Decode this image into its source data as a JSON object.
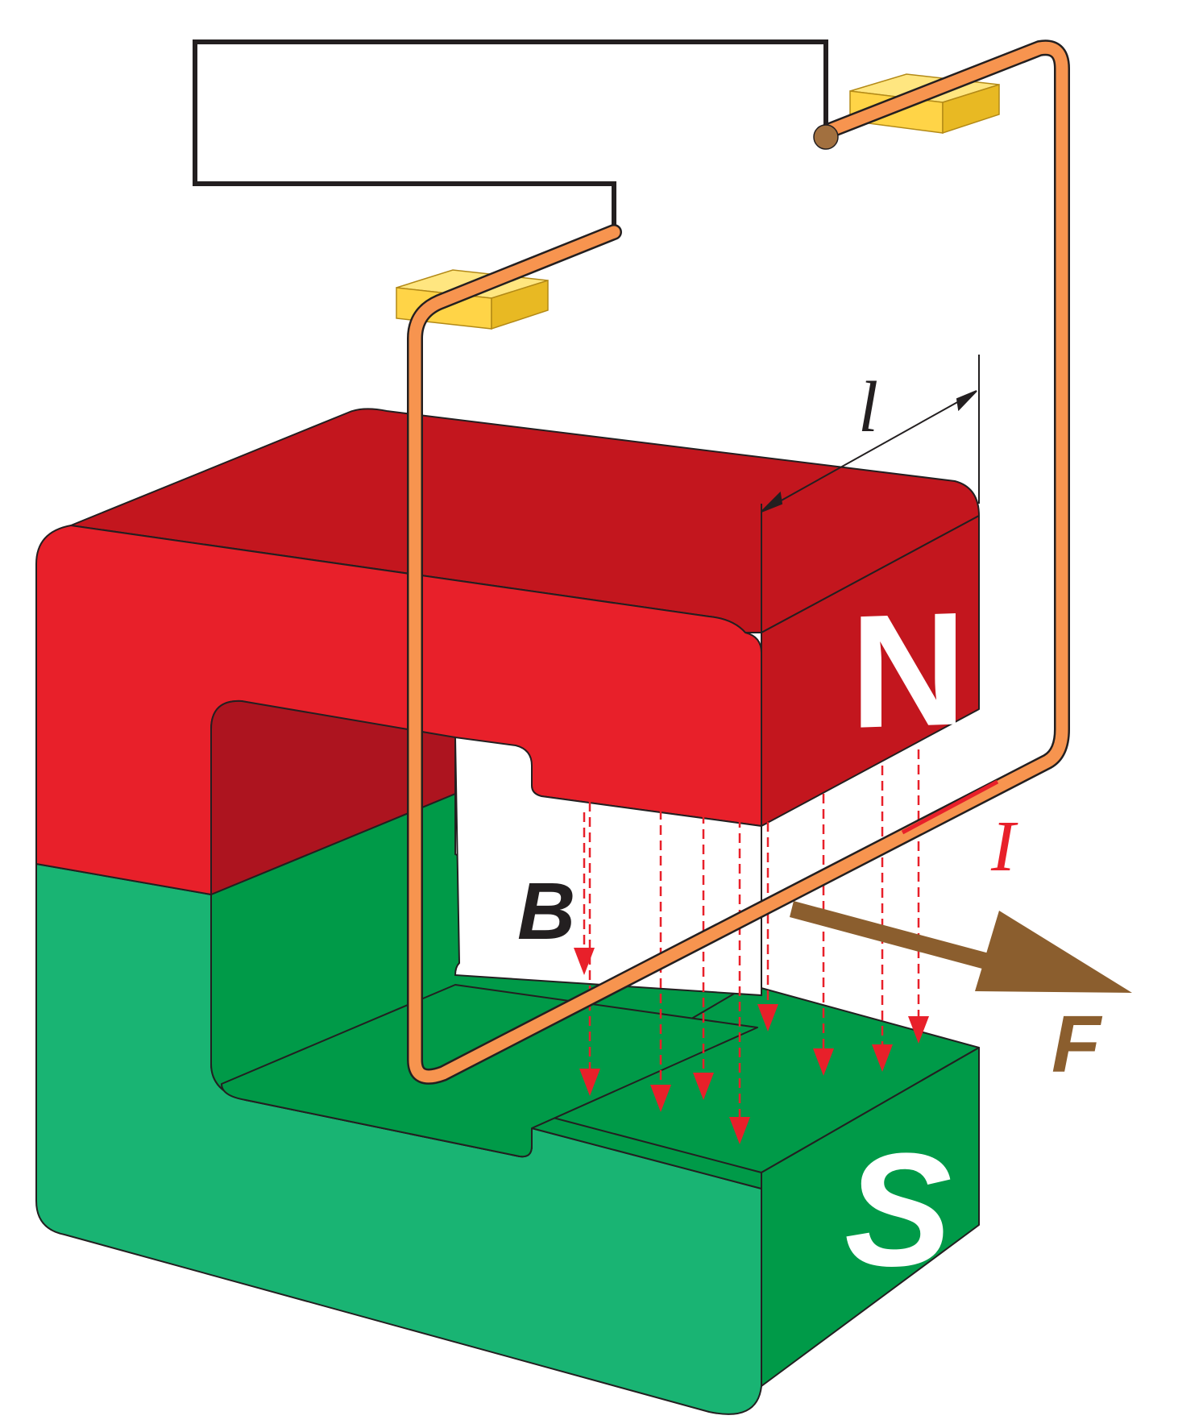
{
  "labels": {
    "north_pole": "N",
    "south_pole": "S",
    "length": "l",
    "current": "I",
    "field": "B",
    "force": "F"
  },
  "colors": {
    "north_top": "#c3161e",
    "north_front": "#e8202a",
    "north_inner": "#ad141f",
    "south_top": "#009a48",
    "south_front": "#19b473",
    "wire": "#f7944f",
    "contact": "#ffd447",
    "field_lines": "#e8202a",
    "force_arrow": "#8b5e2e",
    "current_mark": "#e8202a",
    "outline": "#231f20"
  },
  "field_line_count": 9
}
